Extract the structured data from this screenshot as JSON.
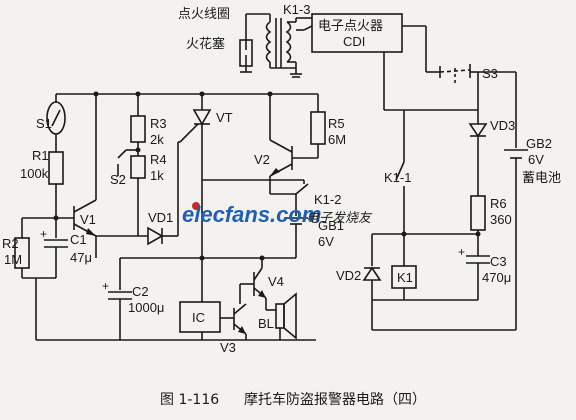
{
  "labels": {
    "ignition_coil": "点火线圈",
    "spark_plug": "火花塞",
    "k1_3": "K1-3",
    "cdi_line1": "电子点火器",
    "cdi_line2": "CDI",
    "s3": "S3",
    "vd3": "VD3",
    "gb2": "GB2",
    "gb2_v": "6V",
    "gb2_name": "蓄电池",
    "s1": "S1",
    "r1": "R1",
    "r1_v": "100k",
    "r3": "R3",
    "r3_v": "2k",
    "s2": "S2",
    "r4": "R4",
    "r4_v": "1k",
    "vt": "VT",
    "r5": "R5",
    "r5_v": "6M",
    "v2": "V2",
    "k1_1": "K1-1",
    "k1_2": "K1-2",
    "v1": "V1",
    "vd1": "VD1",
    "gb1": "GB1",
    "gb1_v": "6V",
    "r6": "R6",
    "r6_v": "360",
    "r2": "R2",
    "r2_v": "1M",
    "c1": "C1",
    "c1_v": "47μ",
    "c2": "C2",
    "c2_v": "1000μ",
    "v4": "V4",
    "ic": "IC",
    "v3": "V3",
    "bl": "BL",
    "vd2": "VD2",
    "k1": "K1",
    "c3": "C3",
    "c3_v": "470μ"
  },
  "watermark": {
    "brand": "elecfans.com",
    "brand_cn": "电子发烧友"
  },
  "caption": {
    "figure_no": "图 1-116",
    "title": "摩托车防盗报警器电路（四）"
  },
  "colors": {
    "ink": "#1a1a1a",
    "paper": "#f4f2ee",
    "brand_blue": "#1f5fb4",
    "brand_red": "#d0281e"
  }
}
